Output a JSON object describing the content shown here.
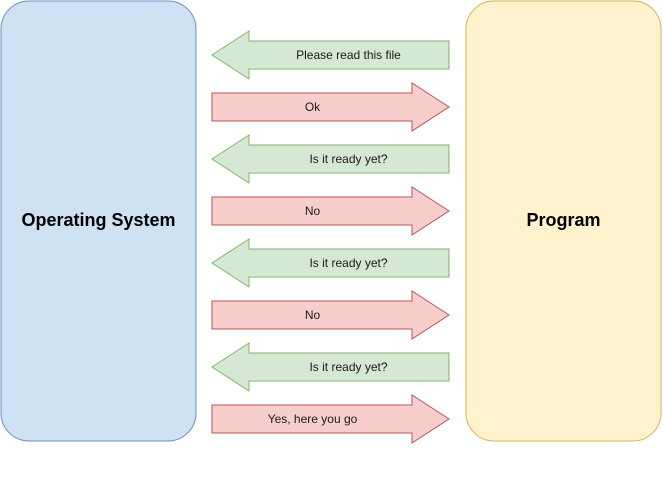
{
  "colors": {
    "os_fill": "#cfe2f3",
    "os_stroke": "#6c8ebf",
    "program_fill": "#fff2cc",
    "program_stroke": "#d6b656",
    "request_fill": "#d5e8d4",
    "request_stroke": "#82b366",
    "response_fill": "#f8cecc",
    "response_stroke": "#b85450"
  },
  "os_box": {
    "label": "Operating System"
  },
  "program_box": {
    "label": "Program"
  },
  "messages": [
    {
      "text": "Please read this file",
      "direction": "left",
      "kind": "request"
    },
    {
      "text": "Ok",
      "direction": "right",
      "kind": "response"
    },
    {
      "text": "Is it ready yet?",
      "direction": "left",
      "kind": "request"
    },
    {
      "text": "No",
      "direction": "right",
      "kind": "response"
    },
    {
      "text": "Is it ready yet?",
      "direction": "left",
      "kind": "request"
    },
    {
      "text": "No",
      "direction": "right",
      "kind": "response"
    },
    {
      "text": "Is it ready yet?",
      "direction": "left",
      "kind": "request"
    },
    {
      "text": "Yes, here you go",
      "direction": "right",
      "kind": "response"
    }
  ]
}
